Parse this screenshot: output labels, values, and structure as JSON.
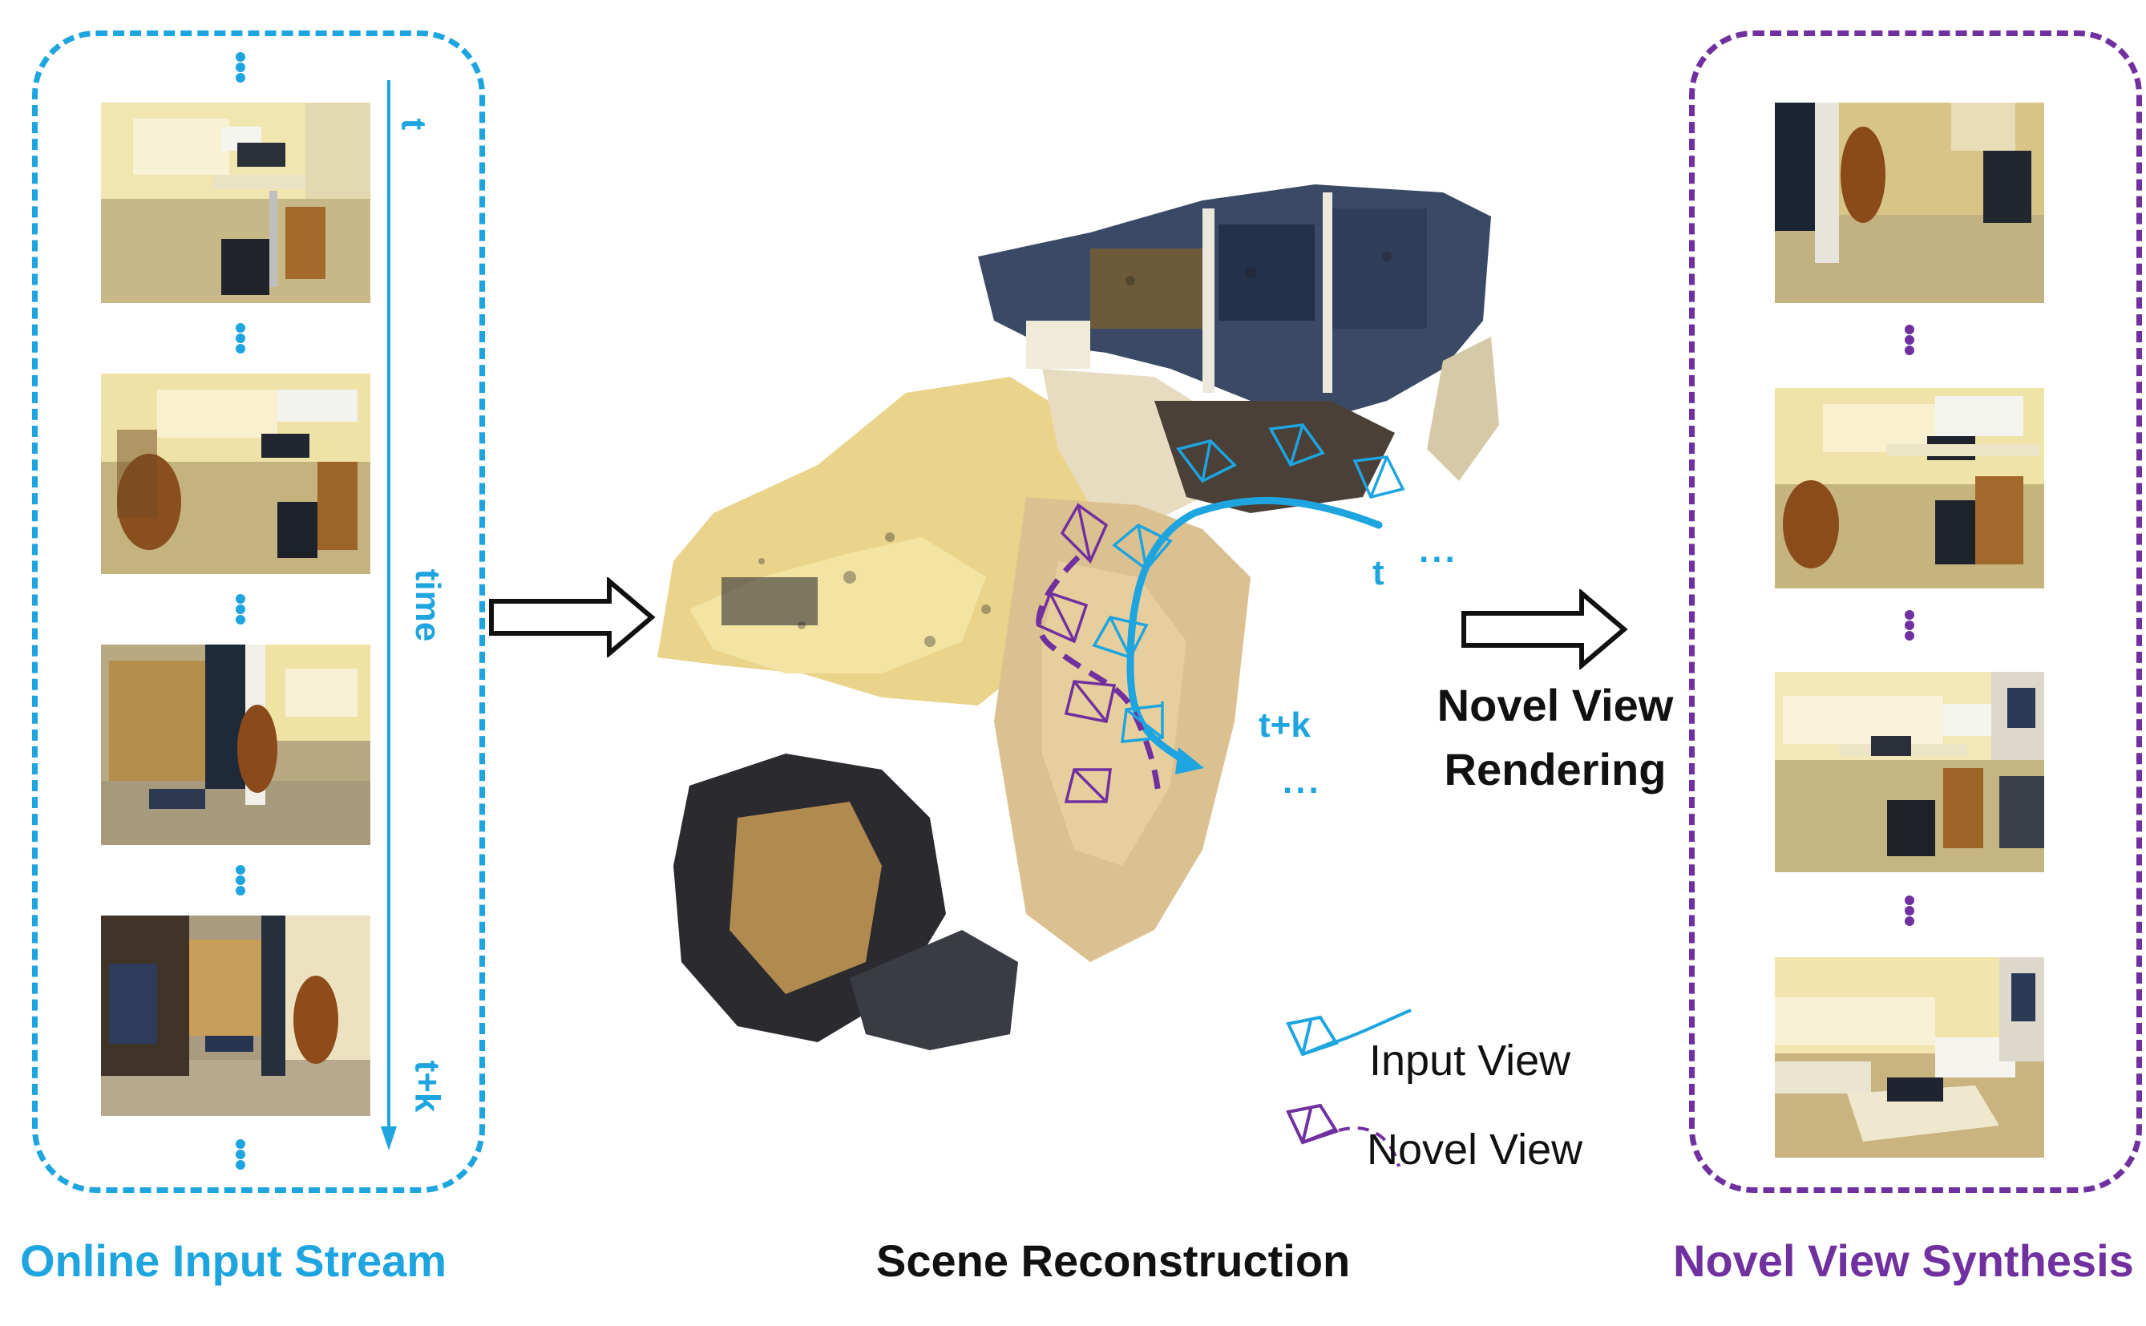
{
  "captions": {
    "left": "Online Input Stream",
    "center": "Scene Reconstruction",
    "right": "Novel View Synthesis"
  },
  "timeline": {
    "start": "t",
    "middle": "time",
    "end": "t+k"
  },
  "trajectory": {
    "start": "t",
    "end": "t+k",
    "ellipsis_start": "...",
    "ellipsis_end": "..."
  },
  "rendering": {
    "line1": "Novel View",
    "line2": "Rendering"
  },
  "legend": {
    "input": "Input View",
    "novel": "Novel View"
  },
  "colors": {
    "input": "#1ea5e0",
    "novel": "#7030a0"
  },
  "icons": {
    "input_camera": "camera-frustum-icon",
    "novel_camera": "camera-frustum-icon",
    "arrow": "hollow-right-arrow-icon"
  }
}
